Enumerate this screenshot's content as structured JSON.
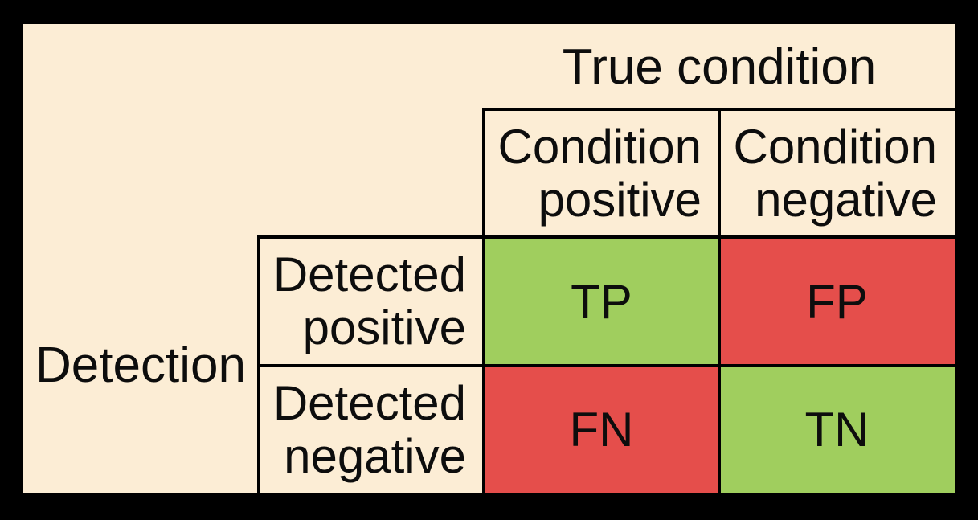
{
  "palette": {
    "background": "#000000",
    "panel": "#FCEDD5",
    "positive_cell": "#A0CE5E",
    "negative_cell": "#E54E4B",
    "line": "#000000",
    "text": "#0D0D0D"
  },
  "matrix": {
    "title": "True condition",
    "side_label": "Detection",
    "col_headers": [
      {
        "line1": "Condition",
        "line2": "positive"
      },
      {
        "line1": "Condition",
        "line2": "negative"
      }
    ],
    "row_headers": [
      {
        "line1": "Detected",
        "line2": "positive"
      },
      {
        "line1": "Detected",
        "line2": "negative"
      }
    ],
    "cells": {
      "tp": "TP",
      "fp": "FP",
      "fn": "FN",
      "tn": "TN"
    }
  }
}
